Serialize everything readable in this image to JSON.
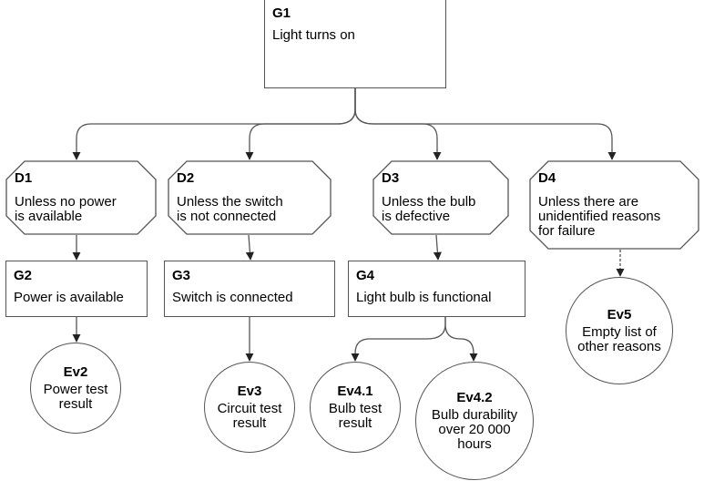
{
  "diagram": {
    "goals": [
      {
        "id": "G1",
        "text": "Light turns on"
      },
      {
        "id": "G2",
        "text": "Power is available"
      },
      {
        "id": "G3",
        "text": "Switch is connected"
      },
      {
        "id": "G4",
        "text": "Light bulb is functional"
      }
    ],
    "defeaters": [
      {
        "id": "D1",
        "text": "Unless no power\nis available"
      },
      {
        "id": "D2",
        "text": "Unless the switch\nis not connected"
      },
      {
        "id": "D3",
        "text": "Unless the bulb\nis defective"
      },
      {
        "id": "D4",
        "text": "Unless there are\nunidentified reasons\nfor failure"
      }
    ],
    "evidence": [
      {
        "id": "Ev2",
        "text": "Power test\nresult"
      },
      {
        "id": "Ev3",
        "text": "Circuit test\nresult"
      },
      {
        "id": "Ev4.1",
        "text": "Bulb test\nresult"
      },
      {
        "id": "Ev4.2",
        "text": "Bulb durability\nover 20 000\nhours"
      },
      {
        "id": "Ev5",
        "text": "Empty list of\nother reasons"
      }
    ],
    "edges": [
      {
        "from": "G1",
        "to": "D1"
      },
      {
        "from": "G1",
        "to": "D2"
      },
      {
        "from": "G1",
        "to": "D3"
      },
      {
        "from": "G1",
        "to": "D4"
      },
      {
        "from": "D1",
        "to": "G2"
      },
      {
        "from": "D2",
        "to": "G3"
      },
      {
        "from": "D3",
        "to": "G4"
      },
      {
        "from": "D4",
        "to": "Ev5"
      },
      {
        "from": "G2",
        "to": "Ev2"
      },
      {
        "from": "G3",
        "to": "Ev3"
      },
      {
        "from": "G4",
        "to": "Ev4.1"
      },
      {
        "from": "G4",
        "to": "Ev4.2"
      }
    ]
  }
}
